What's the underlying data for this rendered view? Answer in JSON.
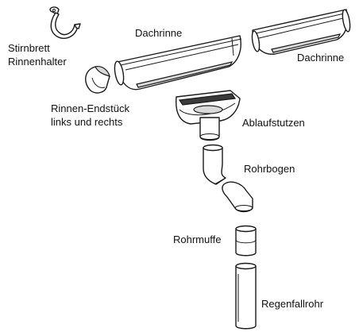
{
  "labels": {
    "stirnbrett_rinnenhalter": [
      "Stirnbrett",
      "Rinnenhalter"
    ],
    "dachrinne_left": "Dachrinne",
    "dachrinne_right": "Dachrinne",
    "rinnen_endstueck": [
      "Rinnen-Endstück",
      "links und rechts"
    ],
    "ablaufstutzen": "Ablaufstutzen",
    "rohrbogen": "Rohrbogen",
    "rohrmuffe": "Rohrmuffe",
    "regenfallrohr": "Regenfallrohr"
  }
}
